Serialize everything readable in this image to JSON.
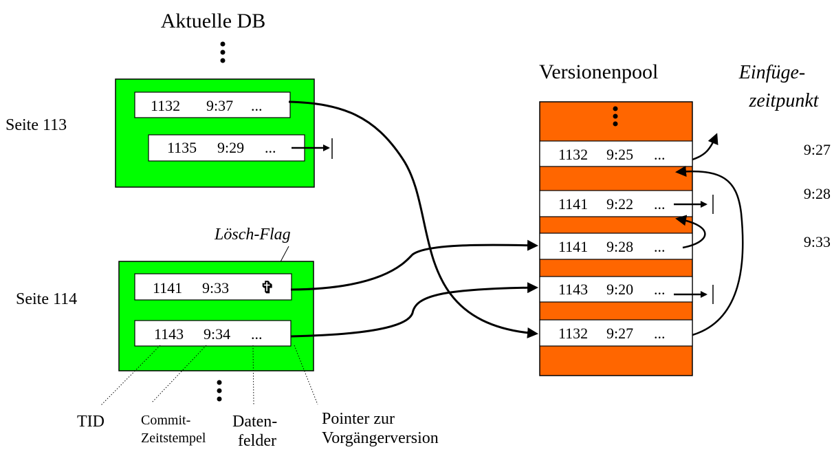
{
  "current_db": {
    "title": "Aktuelle DB",
    "page_113": {
      "label": "Seite 113",
      "records": [
        {
          "tid": "1132",
          "time": "9:37",
          "more": "..."
        },
        {
          "tid": "1135",
          "time": "9:29",
          "more": "..."
        }
      ]
    },
    "page_114": {
      "label": "Seite 114",
      "delete_flag_label": "Lösch-Flag",
      "delete_flag_symbol": "✞",
      "records": [
        {
          "tid": "1141",
          "time": "9:33",
          "more": ""
        },
        {
          "tid": "1143",
          "time": "9:34",
          "more": "..."
        }
      ]
    }
  },
  "legend": {
    "tid": "TID",
    "commit_line1": "Commit-",
    "commit_line2": "Zeitstempel",
    "data_line1": "Daten-",
    "data_line2": "felder",
    "pointer_line1": "Pointer zur",
    "pointer_line2": "Vorgängerversion"
  },
  "version_pool": {
    "title": "Versionenpool",
    "records": [
      {
        "tid": "1132",
        "time": "9:25",
        "more": "..."
      },
      {
        "tid": "1141",
        "time": "9:22",
        "more": "..."
      },
      {
        "tid": "1141",
        "time": "9:28",
        "more": "..."
      },
      {
        "tid": "1143",
        "time": "9:20",
        "more": "..."
      },
      {
        "tid": "1132",
        "time": "9:27",
        "more": "..."
      }
    ]
  },
  "insert_time": {
    "header_line1": "Einfüge-",
    "header_line2": "zeitpunkt",
    "values": [
      "9:27",
      "9:28",
      "9:33"
    ]
  },
  "colors": {
    "page_fill": "#00ff00",
    "pool_fill": "#ff6600",
    "record_fill": "#ffffff",
    "ink": "#000000"
  }
}
